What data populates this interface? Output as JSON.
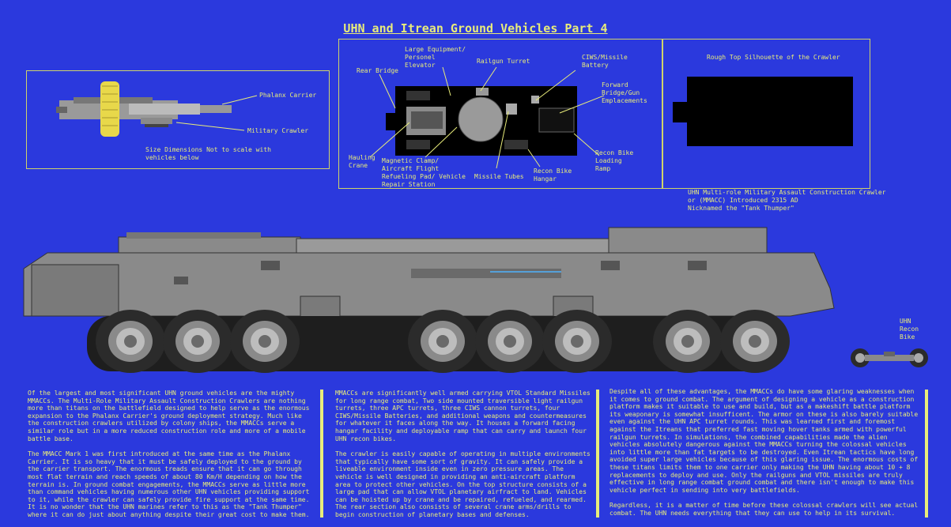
{
  "title": "UHN and Itrean Ground Vehicles Part 4",
  "size_panel": {
    "phalanx_label": "Phalanx Carrier",
    "crawler_label": "Military Crawler",
    "note": "Size Dimensions Not to scale with\nvehicles below"
  },
  "top_view": {
    "labels": {
      "rear_bridge": "Rear Bridge",
      "large_equipment": "Large Equipment/\nPersonel\nElevator",
      "railgun_turret": "Railgun Turret",
      "ciws_battery": "CIWS/Missile\nBattery",
      "forward_bridge": "Forward\nBridge/Gun\nEmplacements",
      "hauling_crane": "Hauling\nCrane",
      "magnetic_clamp": "Magnetic Clamp/\nAircraft Flight\nRefueling Pad/ Vehicle\nRepair Station",
      "missile_tubes": "Missile Tubes",
      "recon_bike_hangar": "Recon Bike\nHangar",
      "recon_bike_ramp": "Recon Bike\nLoading\nRamp"
    }
  },
  "silhouette": {
    "label": "Rough Top Silhouette of the Crawler"
  },
  "designation": "UHN Multi-role Military Assault Construction Crawler\nor (MMACC) Introduced 2315 AD\nNicknamed the \"Tank Thumper\"",
  "recon_bike_label": "UHN\nRecon\nBike",
  "text": {
    "col1_p1": "Of the largest and most significant UHN ground vehicles are the mighty MMACCs. The Multi-Role Military Assault Construction Crawlers are nothing more than titans on the battlefield designed to help serve as the enormous expansion to the Phalanx Carrier's ground deployment strategy. Much like the construction crawlers utilized by colony ships, the MMACCs serve a similar role but in a more reduced construction role and more of a mobile battle base.",
    "col1_p2": "The MMACC Mark 1 was first introduced at the same time as the Phalanx Carrier. It is so heavy that it must be safely deployed to the ground by the carrier transport. The enormous treads ensure that it can go through most flat terrain and reach speeds of about 80 Km/H depending on how the terrain is. In ground combat engagements, the MMACCs serve as little more than command vehicles having numerous other UHN vehicles providing support to it, while the crawler can safely provide fire support at the same time. It is no wonder that the UHN marines refer to this as the \"Tank Thumper\" where it can do just about anything despite their great cost to make them.",
    "col2_p1": "MMACCs are significantly well armed carrying VTOL Standard Missiles for long range combat, Two side mounted traversible light railgun turrets, three APC turrets, three CIWS cannon turrets, four CIWS/Missile Batteries, and additional weapons and countermeasures for whatever it faces along the way. It houses a forward facing hangar facility and deployable ramp that can carry and launch four UHN recon bikes.",
    "col2_p2": "The crawler is easily capable of operating in multiple environments that typically have some sort of gravity. It can safely provide a liveable environment inside even in zero pressure areas. The vehicle is well designed in providing an anti-aircraft platform area to protect other vehicles. On the top structure consists of a large pad that can allow VTOL planetary airfract to land. Vehicles can be hoisted up by crane and be repaired, refueled, and rearmed. The rear section also consists of several crane arms/drills to begin construction of planetary bases and defenses.",
    "col3_p1": "Despite all of these advantages, the MMACCs do have some glaring weaknesses when it comes to ground combat. The argument of designing a vehicle as a construction platform makes it suitable to use and build, but as a makeshift battle platform its weaponary is somewhat insufficent. The armor on these is also barely suitable even against the UHN APC turret rounds. This was learned first and foremost against the Itreans that preferred fast moving hover tanks armed with powerful railgun turrets. In simulations, the combined capabilities made the alien vehicles absolutely dangerous against the MMACCs turning the colossal vehicles into little more than fat targets to be destroyed. Even Itrean tactics have long avoided super large vehicles because of this glaring issue. The enormous costs of these titans limits them to one carrier only making the UHN having about 10 + 8 replacements to deploy and use. Only the railguns and VTOL missiles are truly effective in long range combat ground combat and there isn't enough to make this vehicle perfect in sending into very battlefields.",
    "col3_p2": "Regardless, it is a matter of time before these colossal crawlers will see actual combat. The UHN needs everything that they can use to help in its survival."
  },
  "colors": {
    "background": "#2b39dd",
    "text": "#e8ec7a",
    "hull": "#8a8a8a",
    "hull_dark": "#5a5a5a",
    "wheel": "#333333"
  }
}
